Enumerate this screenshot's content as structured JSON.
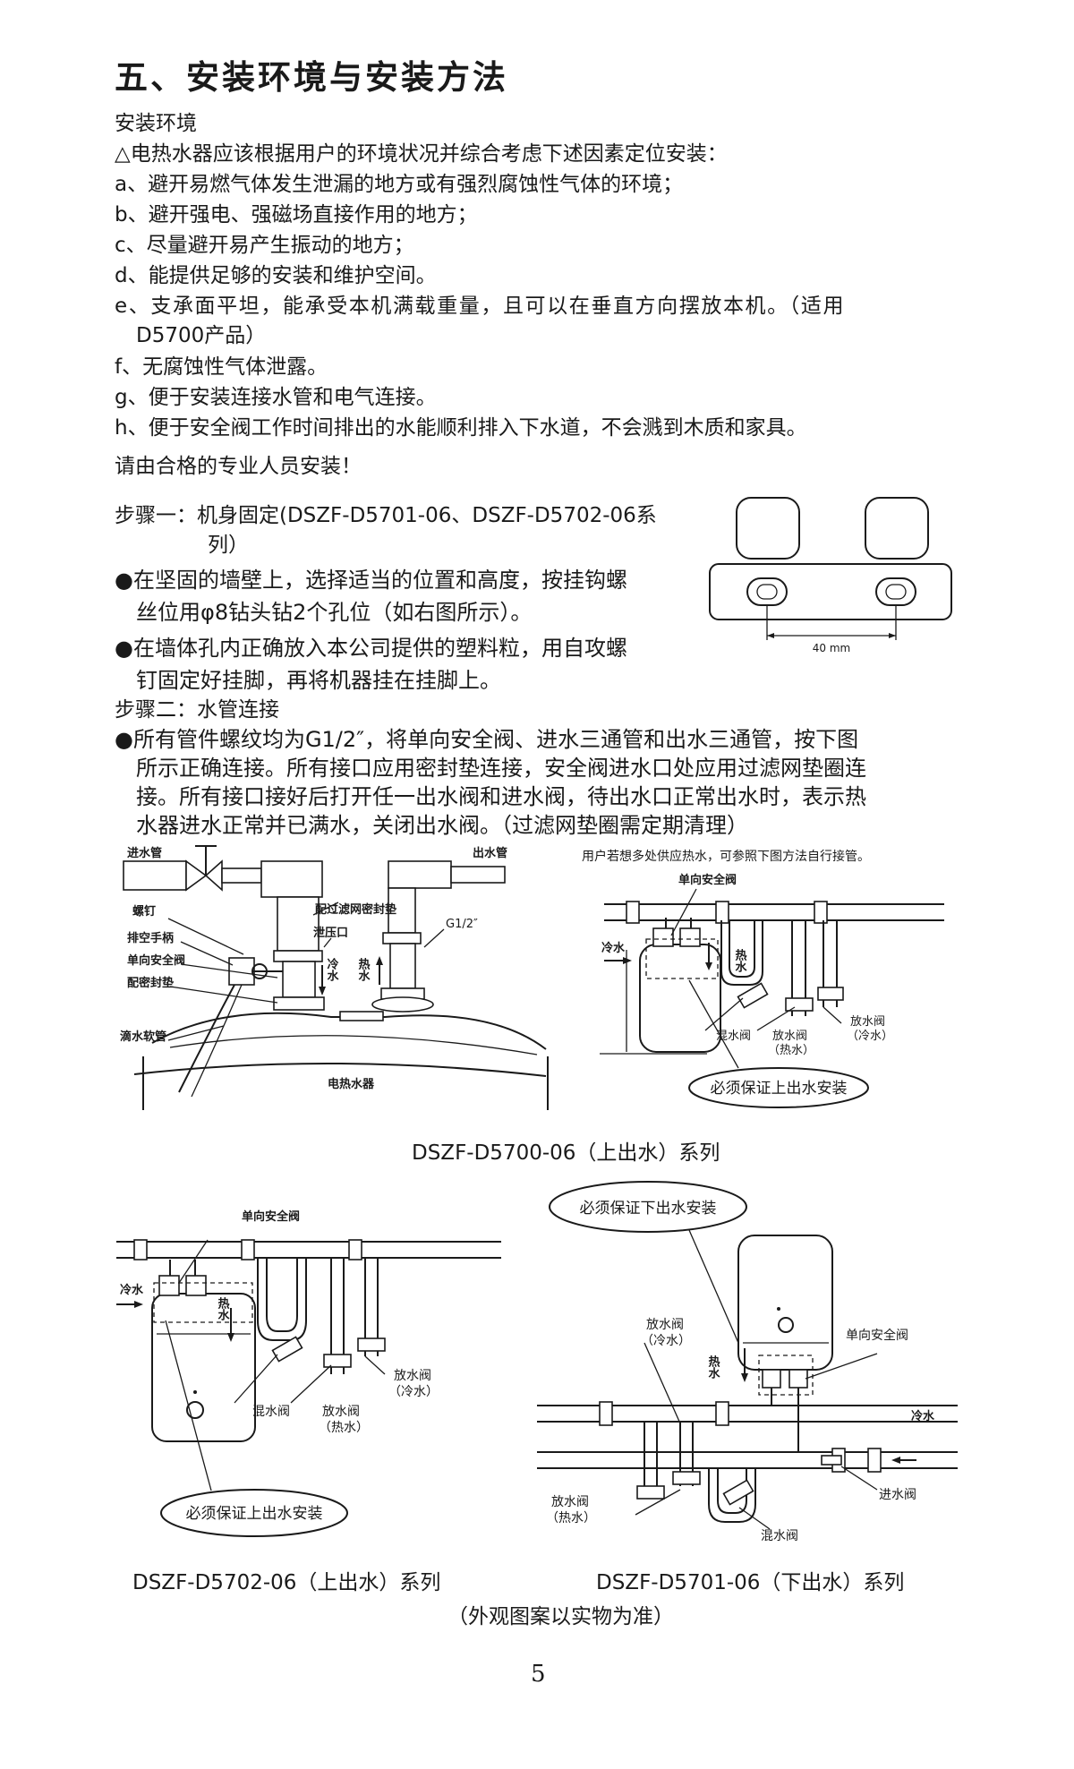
{
  "title": "五、安装环境与安装方法",
  "environment": {
    "heading": "安装环境",
    "intro": "△电热水器应该根据用户的环境状况并综合考虑下述因素定位安装：",
    "items": [
      "a、避开易燃气体发生泄漏的地方或有强烈腐蚀性气体的环境；",
      "b、避开强电、强磁场直接作用的地方；",
      "c、尽量避开易产生振动的地方；",
      "d、能提供足够的安装和维护空间。",
      "e、支承面平坦，能承受本机满载重量，且可以在垂直方向摆放本机。（适用",
      "D5700产品）",
      "f、无腐蚀性气体泄露。",
      "g、便于安装连接水管和电气连接。",
      "h、便于安全阀工作时间排出的水能顺利排入下水道，不会溅到木质和家具。"
    ],
    "warning": "请由合格的专业人员安装！"
  },
  "step1": {
    "title_line1": "步骤一：机身固定(DSZF-D5701-06、DSZF-D5702-06系",
    "title_line2": "列）",
    "bullet1_line1": "●在坚固的墙壁上，选择适当的位置和高度，按挂钩螺",
    "bullet1_line2": "丝位用φ8钻头钻2个孔位（如右图所示）。",
    "bullet2_line1": "●在墙体孔内正确放入本公司提供的塑料粒，用自攻螺",
    "bullet2_line2": "钉固定好挂脚，再将机器挂在挂脚上。",
    "bracket_dimension": "40 mm"
  },
  "step2": {
    "title": "步骤二：水管连接",
    "lines": [
      "●所有管件螺纹均为G1/2″，将单向安全阀、进水三通管和出水三通管，按下图",
      "所示正确连接。所有接口应用密封垫连接，安全阀进水口处应用过滤网垫圈连",
      "接。所有接口接好后打开任一出水阀和进水阀，待出水口正常出水时，表示热",
      "水器进水正常并已满水，关闭出水阀。（过滤网垫圈需定期清理）"
    ]
  },
  "diagram_left": {
    "inlet": "进水管",
    "outlet": "出水管",
    "filter_gasket": "配过滤网密封垫",
    "screw": "螺钉",
    "relief": "泄压口",
    "g12": "G1/2″",
    "drain_handle": "排空手柄",
    "check_valve": "单向安全阀",
    "gasket": "配密封垫",
    "drip_hose": "滴水软管",
    "heater": "电热水器",
    "cold_water": "冷水",
    "hot_water": "热水"
  },
  "diagram_right_top": {
    "note": "用户若想多处供应热水，可参照下图方法自行接管。",
    "check_valve": "单向安全阀",
    "cold": "冷水",
    "hot": "热水",
    "mixing_valve": "混水阀",
    "drain_hot_1": "放水阀",
    "drain_hot_2": "（热水）",
    "drain_cold_1": "放水阀",
    "drain_cold_2": "（冷水）",
    "bubble": "必须保证上出水安装"
  },
  "caption_5700": "DSZF-D5700-06（上出水）系列",
  "diagram_5702": {
    "check_valve": "单向安全阀",
    "cold": "冷水",
    "hot": "热水",
    "mixing_valve": "混水阀",
    "drain_hot_1": "放水阀",
    "drain_hot_2": "（热水）",
    "drain_cold_1": "放水阀",
    "drain_cold_2": "（冷水）",
    "bubble": "必须保证上出水安装"
  },
  "diagram_5701": {
    "bubble": "必须保证下出水安装",
    "drain_cold_1": "放水阀",
    "drain_cold_2": "（冷水）",
    "hot": "热水",
    "check_valve": "单向安全阀",
    "cold": "冷水",
    "inlet_valve": "进水阀",
    "drain_hot_1": "放水阀",
    "drain_hot_2": "（热水）",
    "mixing_valve": "混水阀"
  },
  "caption_5702": "DSZF-D5702-06（上出水）系列",
  "caption_5701": "DSZF-D5701-06（下出水）系列",
  "appearance_note": "（外观图案以实物为准）",
  "page_number": "5"
}
